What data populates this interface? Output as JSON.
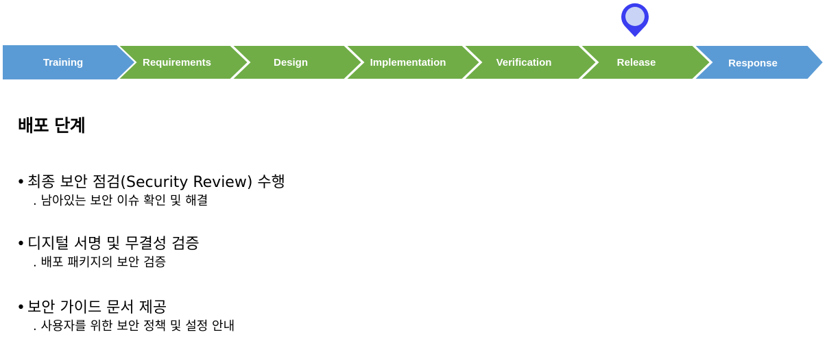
{
  "pipeline": {
    "stages": [
      {
        "label": "Training",
        "color": "#5b9bd5"
      },
      {
        "label": "Requirements",
        "color": "#70ad47"
      },
      {
        "label": "Design",
        "color": "#70ad47"
      },
      {
        "label": "Implementation",
        "color": "#70ad47"
      },
      {
        "label": "Verification",
        "color": "#70ad47"
      },
      {
        "label": "Release",
        "color": "#70ad47"
      },
      {
        "label": "Response",
        "color": "#5b9bd5"
      }
    ],
    "current_stage": "Release",
    "marker_color": "#3a3df0",
    "marker_fill": "#c9d3f6"
  },
  "page": {
    "title": "배포 단계"
  },
  "items": [
    {
      "main": "최종 보안 점검(Security Review) 수행",
      "sub": ". 남아있는 보안 이슈 확인 및 해결"
    },
    {
      "main": "디지털 서명 및 무결성 검증",
      "sub": ". 배포 패키지의 보안 검증"
    },
    {
      "main": "보안 가이드 문서 제공",
      "sub": ". 사용자를 위한 보안 정책 및 설정 안내"
    }
  ],
  "bullet_char": "•"
}
